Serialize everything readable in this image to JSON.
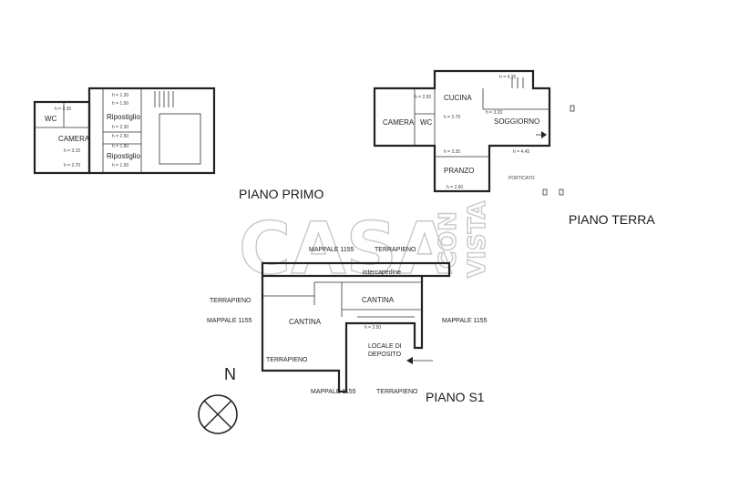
{
  "floors": {
    "primo": {
      "title": "PIANO PRIMO",
      "rooms": {
        "wc": "WC",
        "camera": "CAMERA",
        "ripostiglio_1": "Ripostiglio",
        "ripostiglio_2": "Ripostiglio"
      },
      "heights": {
        "h1": "h = 2.35",
        "h2": "h = 1.30",
        "h3": "h = 1.50",
        "h4": "h = 2.30",
        "h5": "h = 2.50",
        "h6": "h = 3.15",
        "h7": "h = 1.80",
        "h8": "h = 2.70",
        "h9": "h = 1.50"
      }
    },
    "terra": {
      "title": "PIANO TERRA",
      "rooms": {
        "camera": "CAMERA",
        "wc": "WC",
        "cucina": "CUCINA",
        "soggiorno": "SOGGIORNO",
        "pranzo": "PRANZO"
      },
      "heights": {
        "h1": "h = 2.55",
        "h2": "h = 4.35",
        "h3": "h = 2.70",
        "h4": "h = 3.20",
        "h5": "h = 3.35",
        "h6": "h = 4.45",
        "h7": "h = 2.60"
      },
      "porticato": "PORTICATO"
    },
    "s1": {
      "title": "PIANO S1",
      "rooms": {
        "cantina_1": "CANTINA",
        "cantina_2": "CANTINA",
        "locale_line1": "LOCALE DI",
        "locale_line2": "DEPOSITO",
        "intercapedine": "intercapedine"
      },
      "height": "h = 2.50",
      "surroundings": {
        "mappale_top": "MAPPALE 1155",
        "terrapieno_top": "TERRAPIENO",
        "terrapieno_left": "TERRAPIENO",
        "mappale_left": "MAPPALE 1155",
        "mappale_right": "MAPPALE 1155",
        "terrapieno_bottom_left": "TERRAPIENO",
        "mappale_bottom": "MAPPALE 1155",
        "terrapieno_bottom": "TERRAPIENO"
      }
    }
  },
  "compass": {
    "north_label": "N"
  },
  "watermark": {
    "main": "CASA",
    "side_top": "CON",
    "side_bottom": "VISTA"
  }
}
